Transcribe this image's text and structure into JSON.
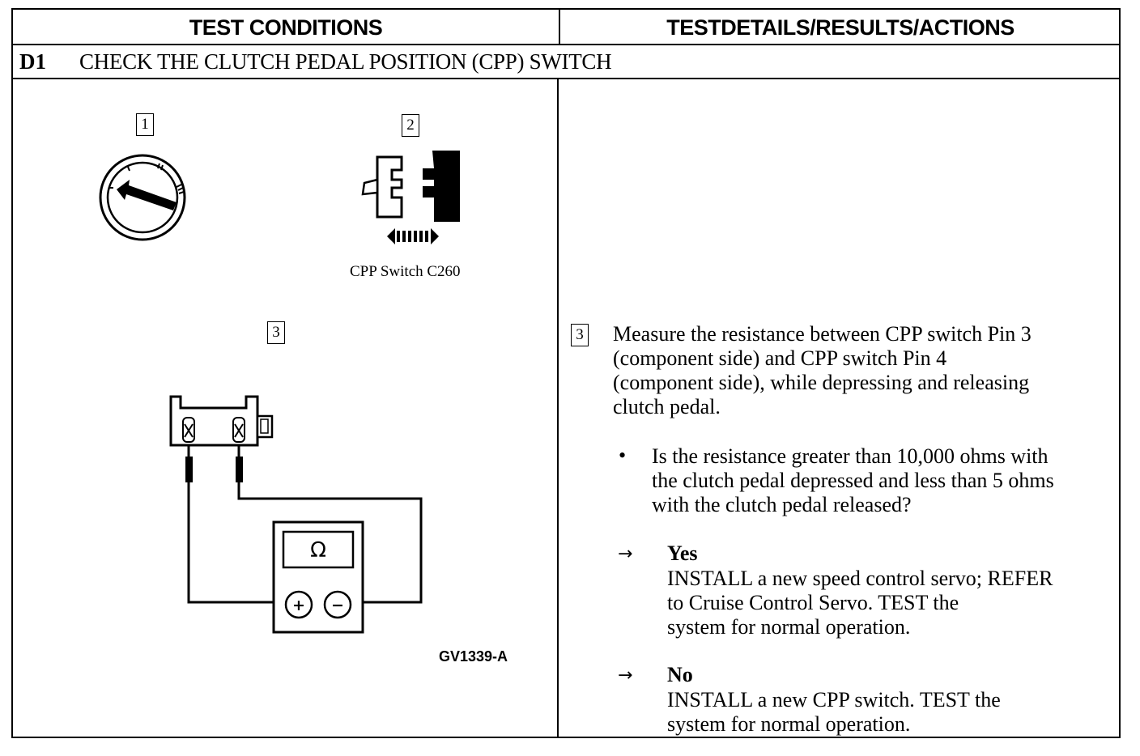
{
  "header": {
    "left": "TEST CONDITIONS",
    "right": "TESTDETAILS/RESULTS/ACTIONS"
  },
  "step": {
    "id": "D1",
    "title": "CHECK THE CLUTCH PEDAL POSITION (CPP) SWITCH"
  },
  "figure": {
    "callout_1": "1",
    "callout_2": "2",
    "callout_3": "3",
    "connector_caption": "CPP Switch C260",
    "ohm_symbol": "Ω",
    "plus_symbol": "+",
    "minus_symbol": "−",
    "figure_id": "GV1339-A",
    "icons": [
      "ignition-switch-off-icon",
      "connector-disconnect-icon",
      "ohmmeter-icon"
    ]
  },
  "details": {
    "step_number": "3",
    "instruction_lines": [
      "Measure the resistance between CPP switch Pin 3",
      "(component side) and CPP switch Pin 4",
      "(component side), while depressing and releasing",
      "clutch pedal."
    ],
    "bullet": "•",
    "question_lines": [
      "Is the resistance greater than 10,000 ohms with",
      "the clutch pedal depressed and less than 5 ohms",
      "with the clutch pedal released?"
    ],
    "arrow": "→",
    "yes": {
      "label": "Yes",
      "lines": [
        "INSTALL a new speed control servo; REFER",
        "to Cruise Control Servo.  TEST the",
        "system for normal operation."
      ]
    },
    "no": {
      "label": "No",
      "lines": [
        "INSTALL a new CPP switch. TEST the",
        "system for normal operation."
      ]
    }
  }
}
